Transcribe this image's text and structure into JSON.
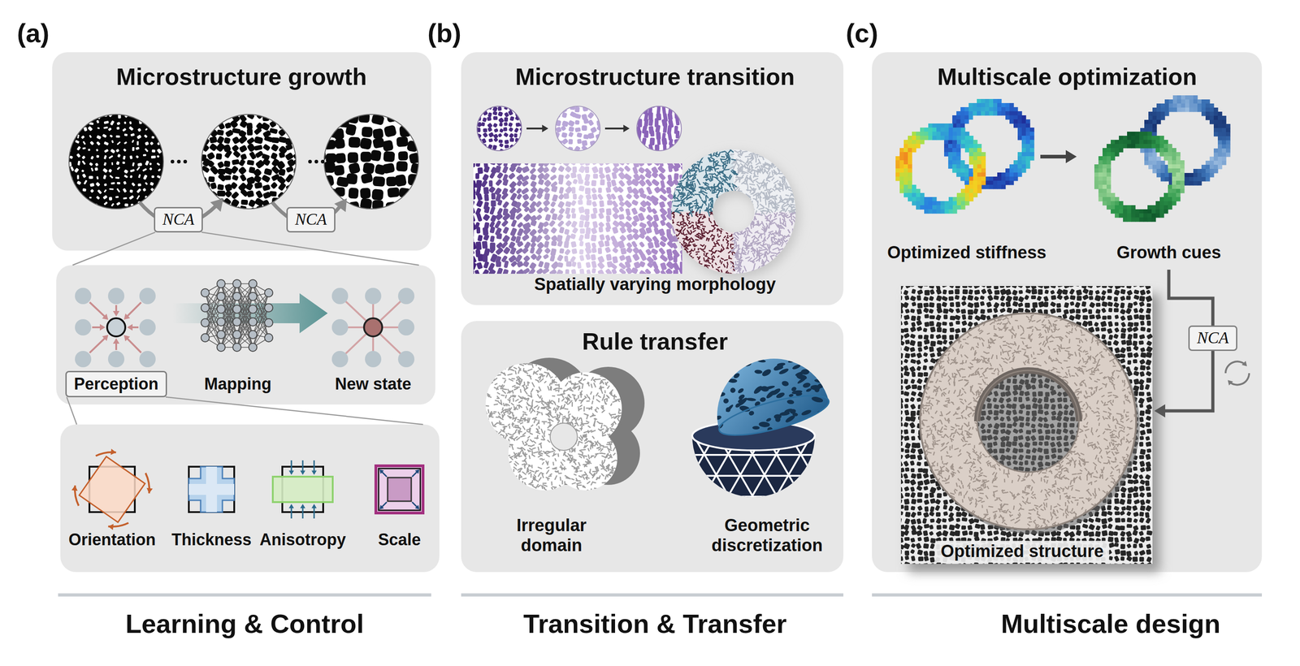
{
  "diagram": {
    "nodes": [
      {
        "text": [
          "Microstructure growth"
        ]
      },
      {
        "text": [
          "NCA"
        ],
        "in": 0
      },
      {
        "text": [
          "NCA"
        ],
        "in": 0
      },
      {
        "text": [
          "Mapping",
          "New state"
        ]
      },
      {
        "text": [
          "Perception"
        ],
        "in": 3
      },
      {
        "text": [
          "Orientation",
          "Thickness",
          "Anisotropy",
          "Scale"
        ]
      },
      {
        "text": [
          "Microstructure transition",
          "Spatially varying morphology"
        ]
      },
      {
        "text": [
          "Rule transfer",
          "Irregular domain",
          "Geometric discretization"
        ]
      },
      {
        "text": [
          "Multiscale optimization",
          "Optimized stiffness",
          "Growth cues",
          "Optimized structure"
        ]
      },
      {
        "text": [
          "NCA"
        ],
        "in": 8
      }
    ],
    "edges": [
      {
        "from": 1,
        "to": 3,
        "arrow": "none"
      },
      {
        "from": 1,
        "to": 3,
        "arrow": "none"
      },
      {
        "from": 4,
        "to": 5,
        "arrow": "none"
      },
      {
        "from": 4,
        "to": 5,
        "arrow": "none"
      }
    ],
    "labels": [
      "(a)",
      "(b)",
      "(c)",
      "Learning & Control",
      "Transition & Transfer",
      "Multiscale design"
    ]
  }
}
